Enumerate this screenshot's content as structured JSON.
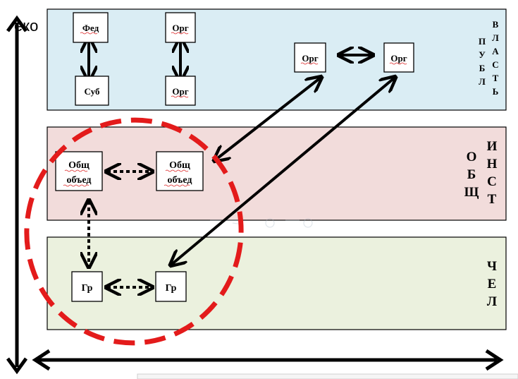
{
  "corner_text": "еко",
  "bands": {
    "top": {
      "color": "#daedf4",
      "label_col1": [
        "В",
        "Л",
        "А",
        "С",
        "Т",
        "Ь"
      ],
      "label_col2": [
        "П",
        "У",
        "Б",
        "Л"
      ]
    },
    "middle": {
      "color": "#f2dcdb",
      "label_col1": [
        "И",
        "Н",
        "С",
        "Т"
      ],
      "label_col2": [
        "О",
        "Б",
        "Щ"
      ]
    },
    "bottom": {
      "color": "#ebf1de",
      "label_col1": [
        "Ч",
        "Е",
        "Л"
      ]
    }
  },
  "nodes": {
    "fed": "Фед",
    "sub": "Суб",
    "org_top_left": "Орг",
    "org_mid_left": "Орг",
    "org_right_1": "Орг",
    "org_right_2": "Орг",
    "obsh_left": [
      "Общ",
      "объед"
    ],
    "obsh_right": [
      "Общ",
      "объед"
    ],
    "gr_left": "Гр",
    "gr_right": "Гр"
  },
  "colors": {
    "ellipse": "#e31b1b",
    "border": "#000000"
  }
}
